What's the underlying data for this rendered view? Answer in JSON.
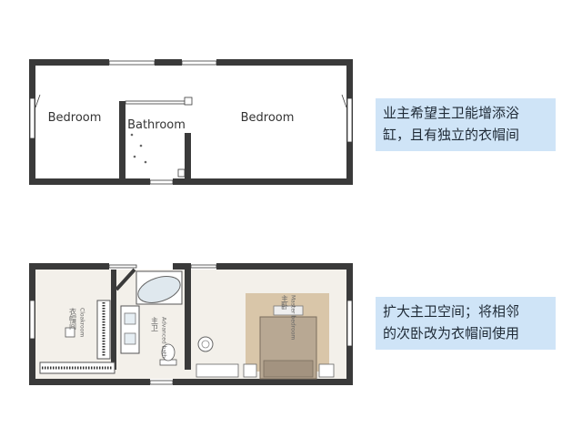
{
  "plan_before": {
    "rooms": [
      {
        "label": "Bedroom"
      },
      {
        "label": "Bathroom"
      },
      {
        "label": "Bedroom"
      }
    ]
  },
  "plan_after": {
    "vertical_labels": [
      {
        "text": "衣帽间"
      },
      {
        "text": "Cloakroom"
      },
      {
        "text": "主卫"
      },
      {
        "text": "Advanced bath"
      },
      {
        "text": "主卧"
      },
      {
        "text": "Master bedroom"
      }
    ]
  },
  "notes": [
    {
      "lines": [
        "业主希望主卫能增添浴",
        "缸，且有独立的衣帽间"
      ]
    },
    {
      "lines": [
        "扩大主卫空间；将相邻",
        "的次卧改为衣帽间使用"
      ]
    }
  ],
  "colors": {
    "wall": "#3a3a3a",
    "note_bg": "#cfe4f7",
    "floor_tint": "#f3f0ea",
    "rug": "#d9c6a9",
    "bed": "#b8a893"
  }
}
